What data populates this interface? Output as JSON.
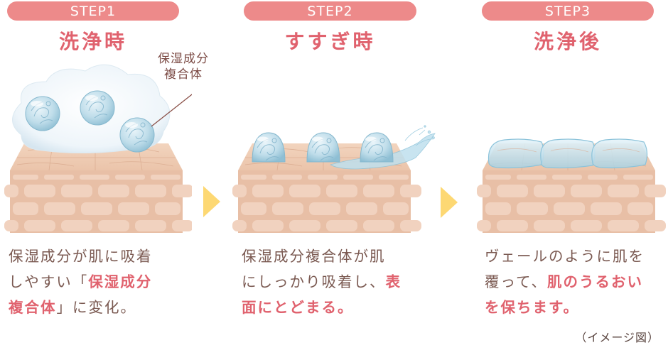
{
  "steps": [
    {
      "badge": "STEP1",
      "title": "洗浄時",
      "callout_line1": "保湿成分",
      "callout_line2": "複合体",
      "desc": {
        "l1": "保湿成分が肌に吸着",
        "l2a": "しやすい「",
        "l2b": "保湿成分",
        "l3a": "複合体",
        "l3b": "」に変化。"
      }
    },
    {
      "badge": "STEP2",
      "title": "すすぎ時",
      "desc": {
        "l1": "保湿成分複合体が肌",
        "l2a": "にしっかり吸着し、",
        "l2b": "表",
        "l3a": "面にとどまる。"
      }
    },
    {
      "badge": "STEP3",
      "title": "洗浄後",
      "desc": {
        "l1": "ヴェールのように肌を",
        "l2a": "覆って、",
        "l2b": "肌のうるおい",
        "l3a": "を保ちます。"
      }
    }
  ],
  "caption": "（イメージ図）",
  "colors": {
    "badge": "#ED8A8A",
    "title": "#E0626E",
    "text": "#7B5A52",
    "arrow": "#FDD873",
    "skin": "#E8BFA6",
    "skin_light": "#F3D5C2"
  }
}
